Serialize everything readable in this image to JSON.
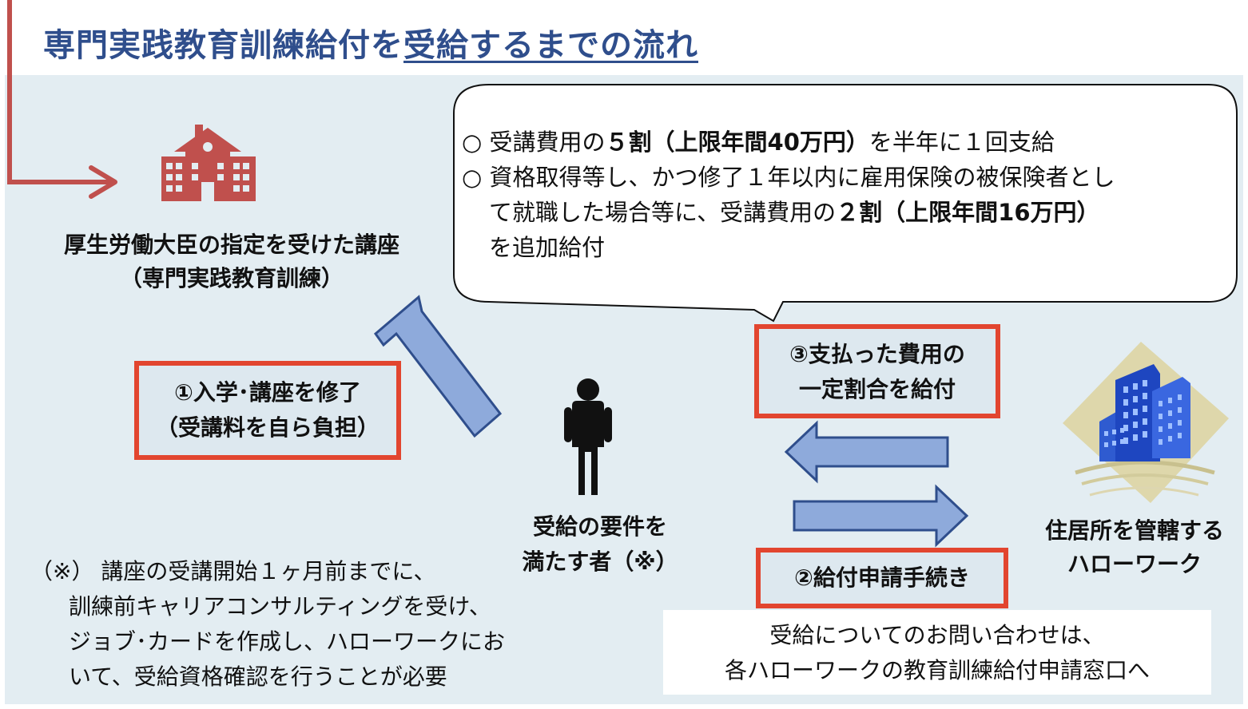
{
  "title": {
    "main": "専門実践教育訓練給付を",
    "underlined": "受給するまでの流れ"
  },
  "institution": {
    "icon": "school-building-icon",
    "line1": "厚生労働大臣の指定を受けた講座",
    "line2": "（専門実践教育訓練）"
  },
  "callout": {
    "item1_pre": "○ 受講費用の",
    "item1_bold": "５割（上限年間40万円）",
    "item1_post": "を半年に１回支給",
    "item2_line1": "○ 資格取得等し、かつ修了１年以内に雇用保険の被保険者とし",
    "item2_line2_pre": "て就職した場合等に、受講費用の",
    "item2_line2_bold": "２割（上限年間16万円）",
    "item2_line3": "を追加給付"
  },
  "step1": {
    "line1": "①入学･講座を修了",
    "line2": "（受講料を自ら負担）"
  },
  "step2": {
    "label": "②給付申請手続き"
  },
  "step3": {
    "line1": "③支払った費用の",
    "line2": "一定割合を給付"
  },
  "person": {
    "icon": "person-icon",
    "line1": "受給の要件を",
    "line2": "満たす者（※）"
  },
  "hellowork": {
    "icon": "office-building-icon",
    "line1": "住居所を管轄する",
    "line2": "ハローワーク"
  },
  "footnote": {
    "line1": "（※） 講座の受講開始１ヶ月前までに、",
    "line2": "訓練前キャリアコンサルティングを受け、",
    "line3": "ジョブ･カードを作成し、ハローワークにお",
    "line4": "いて、受給資格確認を行うことが必要"
  },
  "inquiry": {
    "line1": "受給についてのお問い合わせは、",
    "line2": "各ハローワークの教育訓練給付申請窓口へ"
  },
  "colors": {
    "title": "#2f4e8c",
    "accent_red": "#e2452f",
    "school": "#c0504d",
    "arrow_fill": "#8eaadb",
    "arrow_stroke": "#2f4e8c",
    "panel_bg": "#e3edf2"
  }
}
